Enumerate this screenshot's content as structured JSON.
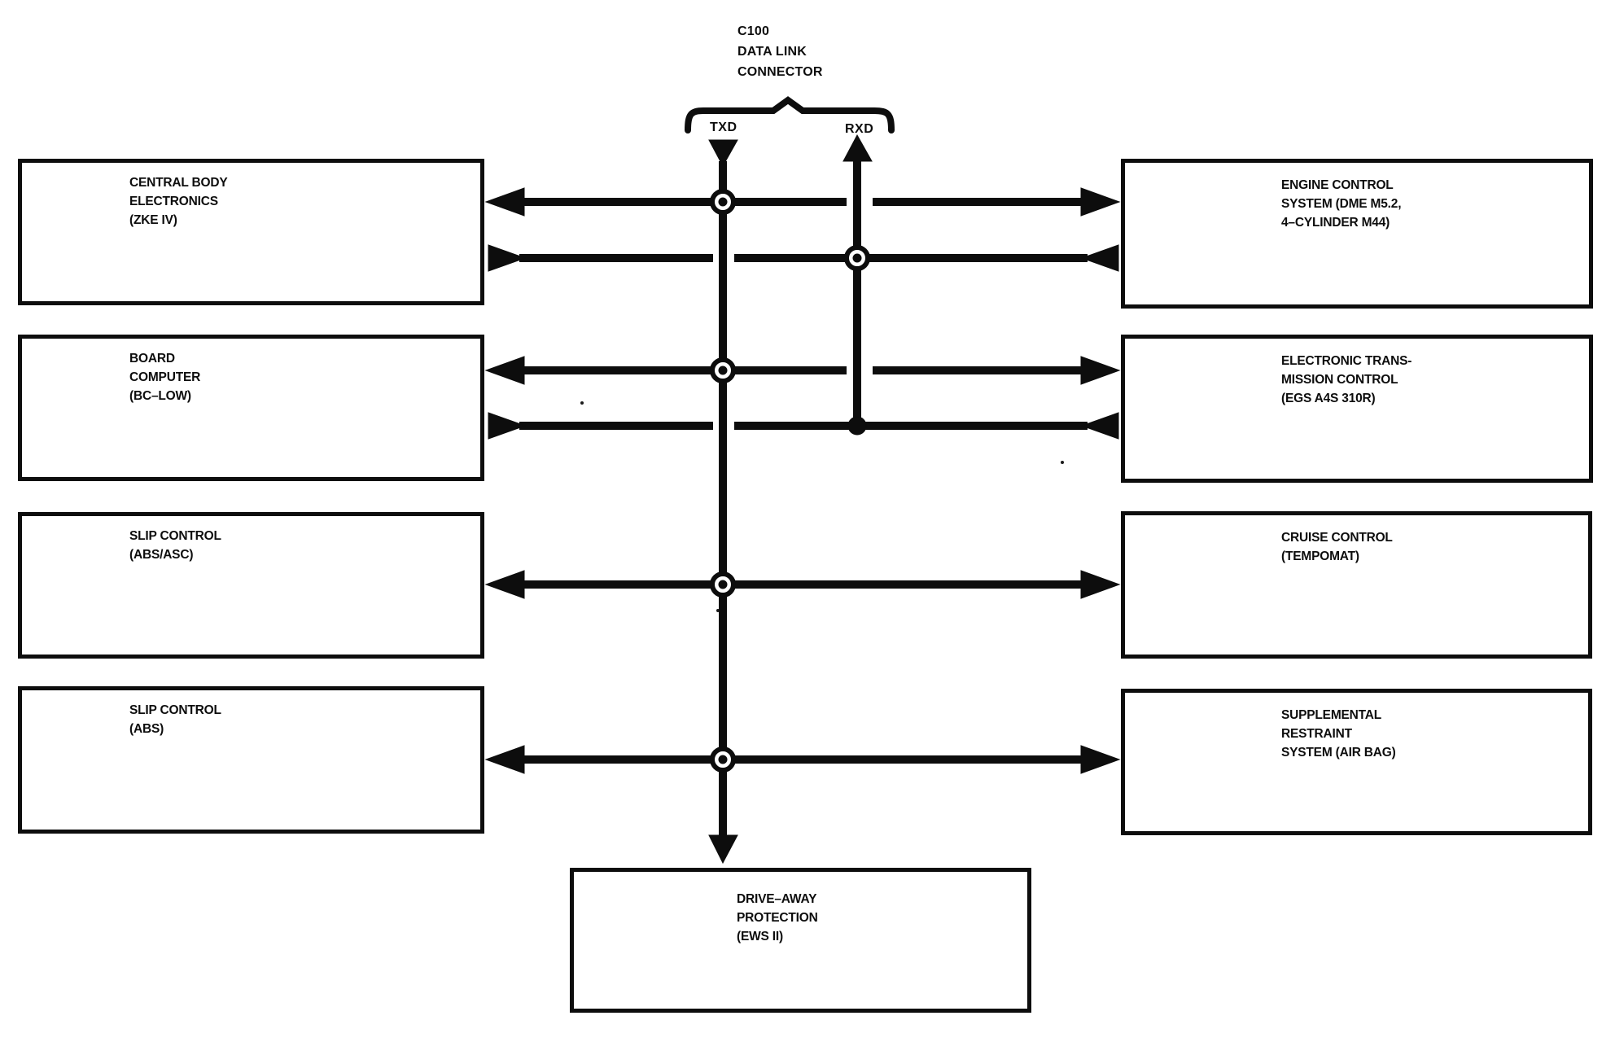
{
  "connector": {
    "id": "C100",
    "name_line1": "DATA LINK",
    "name_line2": "CONNECTOR",
    "txd_label": "TXD",
    "rxd_label": "RXD"
  },
  "modules": {
    "left": [
      {
        "lines": [
          "CENTRAL BODY",
          "ELECTRONICS",
          "(ZKE IV)"
        ]
      },
      {
        "lines": [
          "BOARD",
          "COMPUTER",
          "(BC–LOW)"
        ]
      },
      {
        "lines": [
          "SLIP CONTROL",
          "(ABS/ASC)",
          ""
        ]
      },
      {
        "lines": [
          "SLIP CONTROL",
          "(ABS)",
          ""
        ]
      }
    ],
    "right": [
      {
        "lines": [
          "ENGINE CONTROL",
          "SYSTEM (DME M5.2,",
          "4–CYLINDER M44)"
        ]
      },
      {
        "lines": [
          "ELECTRONIC TRANS-",
          "MISSION CONTROL",
          "(EGS A4S 310R)"
        ]
      },
      {
        "lines": [
          "CRUISE CONTROL",
          "(TEMPOMAT)",
          ""
        ]
      },
      {
        "lines": [
          "SUPPLEMENTAL",
          "RESTRAINT",
          "SYSTEM (AIR BAG)"
        ]
      }
    ],
    "bottom": {
      "lines": [
        "DRIVE–AWAY",
        "PROTECTION",
        "(EWS II)"
      ]
    }
  },
  "colors": {
    "ink": "#0d0d0d",
    "paper": "#ffffff"
  }
}
